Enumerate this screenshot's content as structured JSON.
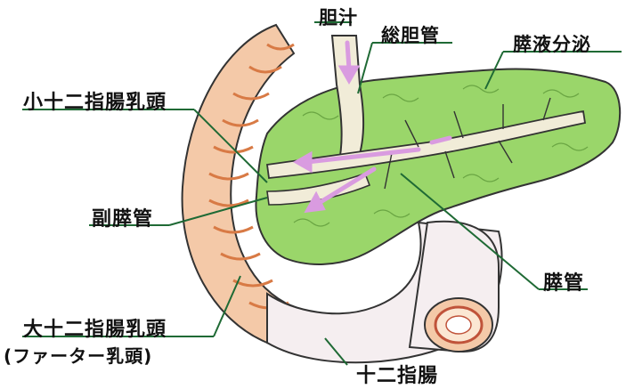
{
  "labels": {
    "bile": "胆汁",
    "common_bile_duct": "総胆管",
    "pancreatic_secretion": "膵液分泌",
    "minor_papilla": "小十二指腸乳頭",
    "accessory_duct": "副膵管",
    "pancreatic_duct": "膵管",
    "major_papilla": "大十二指腸乳頭",
    "major_papilla_alt": "(ファーター乳頭)",
    "duodenum": "十二指腸"
  },
  "colors": {
    "pancreas": "#9ad66a",
    "duodenum_wall": "#f4c9a8",
    "duodenum_fold": "#e8a070",
    "intestine": "#f5eef0",
    "duct": "#f1ecd8",
    "arrow": "#d99be0",
    "underline": "#1f6a35"
  }
}
